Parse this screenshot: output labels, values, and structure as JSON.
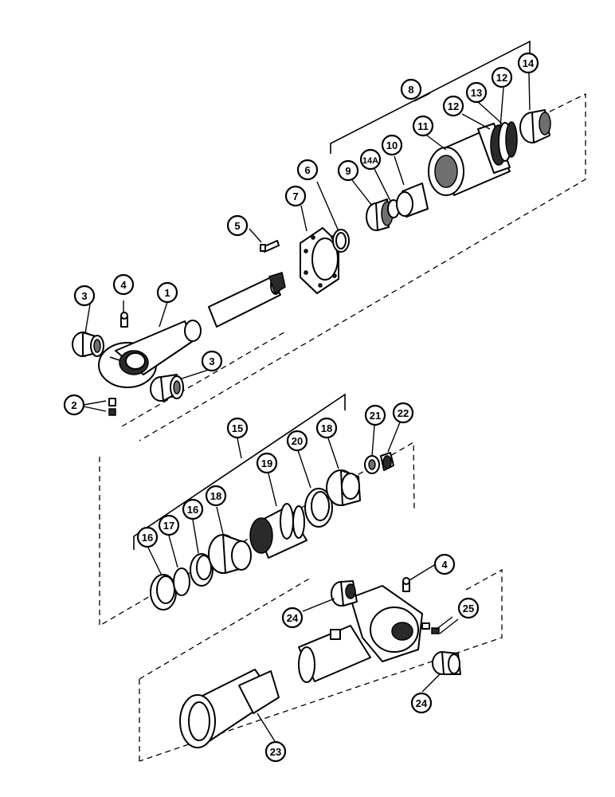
{
  "callouts": {
    "c1": "1",
    "c2": "2",
    "c3a": "3",
    "c3b": "3",
    "c4a": "4",
    "c4b": "4",
    "c5": "5",
    "c6": "6",
    "c7": "7",
    "c8": "8",
    "c9": "9",
    "c10": "10",
    "c11": "11",
    "c12a": "12",
    "c12b": "12",
    "c13": "13",
    "c14": "14",
    "c14a": "14A",
    "c15": "15",
    "c16a": "16",
    "c16b": "16",
    "c17": "17",
    "c18a": "18",
    "c18b": "18",
    "c19": "19",
    "c20": "20",
    "c21": "21",
    "c22": "22",
    "c23": "23",
    "c24a": "24",
    "c24b": "24",
    "c25": "25"
  },
  "colors": {
    "ink": "#000000",
    "paper": "#ffffff",
    "shade": "#6f6f6f"
  }
}
